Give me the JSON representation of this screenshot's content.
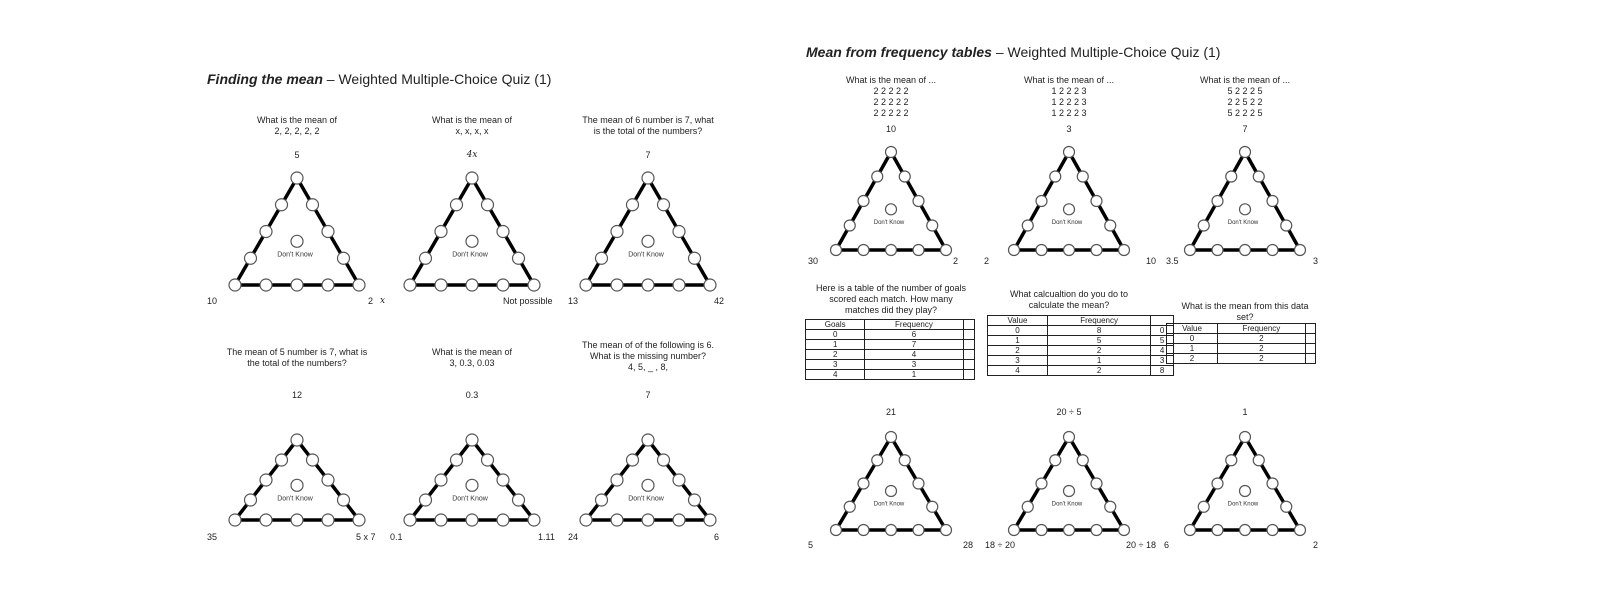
{
  "left": {
    "title_bold": "Finding the mean",
    "title_rest": " – Weighted Multiple-Choice Quiz (1)",
    "dont_know": "Don't Know",
    "questions": [
      {
        "text": "What is the mean of\n2, 2, 2, 2, 2",
        "top": "5",
        "bl": "10",
        "br": "2"
      },
      {
        "text": "What is the mean of\nx, x, x, x",
        "top": "4x",
        "bl": "x",
        "br": "Not possible"
      },
      {
        "text": "The mean of 6 number is 7, what\nis the total of the numbers?",
        "top": "7",
        "bl": "13",
        "br": "42"
      },
      {
        "text": "The mean of 5 number is 7, what is\nthe total of the numbers?",
        "top": "12",
        "bl": "35",
        "br": "5 x 7"
      },
      {
        "text": "What is the mean of\n3, 0.3, 0.03",
        "top": "0.3",
        "bl": "0.1",
        "br": "1.11"
      },
      {
        "text": "The mean of of the following is 6.\nWhat is the missing number?\n4, 5,  _ , 8,",
        "top": "7",
        "bl": "24",
        "br": "6"
      }
    ]
  },
  "right": {
    "title_bold": "Mean from frequency tables",
    "title_rest": " – Weighted Multiple-Choice Quiz (1)",
    "dont_know": "Don't Know",
    "questions": [
      {
        "text": "What is the mean of ...\n2 2 2 2 2\n2 2 2 2 2\n2 2 2 2 2",
        "top": "10",
        "bl": "30",
        "br": "2"
      },
      {
        "text": "What is the mean of ...\n1 2 2 2 3\n1 2 2 2 3\n1 2 2 2 3",
        "top": "3",
        "bl": "2",
        "br": "10"
      },
      {
        "text": "What is the mean of ...\n5 2 2 2 5\n2 2 5 2 2\n5 2 2 2 5",
        "top": "7",
        "bl": "3.5",
        "br": "3"
      },
      {
        "text": "Here is a table of the number of goals\nscored each match. How many\nmatches did they play?",
        "top": "21",
        "bl": "5",
        "br": "28",
        "table": {
          "headers": [
            "Goals",
            "Frequency",
            ""
          ],
          "rows": [
            [
              "0",
              "6",
              ""
            ],
            [
              "1",
              "7",
              ""
            ],
            [
              "2",
              "4",
              ""
            ],
            [
              "3",
              "3",
              ""
            ],
            [
              "4",
              "1",
              ""
            ]
          ]
        }
      },
      {
        "text": "What calcualtion do you do to\ncalculate the mean?",
        "top": "20 ÷ 5",
        "bl": "18 ÷ 20",
        "br": "20 ÷ 18",
        "table": {
          "headers": [
            "Value",
            "Frequency",
            ""
          ],
          "rows": [
            [
              "0",
              "8",
              "0"
            ],
            [
              "1",
              "5",
              "5"
            ],
            [
              "2",
              "2",
              "4"
            ],
            [
              "3",
              "1",
              "3"
            ],
            [
              "4",
              "2",
              "8"
            ]
          ]
        }
      },
      {
        "text": "What is the mean from this data\nset?",
        "top": "1",
        "bl": "6",
        "br": "2",
        "table": {
          "headers": [
            "Value",
            "Frequency",
            ""
          ],
          "rows": [
            [
              "0",
              "2",
              ""
            ],
            [
              "1",
              "2",
              ""
            ],
            [
              "2",
              "2",
              ""
            ]
          ]
        }
      }
    ]
  }
}
